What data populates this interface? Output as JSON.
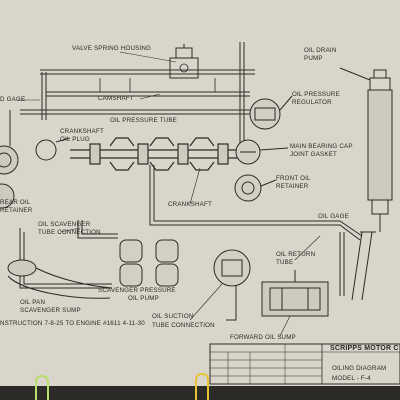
{
  "labels": {
    "valve_spring_housing": "VALVE SPRING HOUSING",
    "oil_drain_pump": [
      "OIL DRAIN",
      "PUMP"
    ],
    "gage_left": "D GAGE",
    "camshaft": "CAMSHAFT",
    "oil_pressure_regulator": [
      "OIL PRESSURE",
      "REGULATOR"
    ],
    "oil_pressure_tube": "OIL PRESSURE TUBE",
    "crankshaft_oil_plug": [
      "CRANKSHAFT",
      "OIL PLUG"
    ],
    "main_bearing_cap_joint_gasket": [
      "MAIN BEARING CAP",
      "JOINT GASKET"
    ],
    "front_oil_retainer": [
      "FRONT OIL",
      "RETAINER"
    ],
    "crankshaft": "CRANKSHAFT",
    "rear_oil_retainer": [
      "REAR OIL",
      "RETAINER"
    ],
    "oil_gage": "OIL GAGE",
    "oil_scavenger_tube_connection": [
      "OIL SCAVENGER",
      "TUBE CONNECTION"
    ],
    "oil_return_tube": [
      "OIL RETURN",
      "TUBE"
    ],
    "scavenger_pressure_oil_pump": [
      "SCAVENGER   PRESSURE",
      "OIL PUMP"
    ],
    "oil_pan_scavenger_sump": [
      "OIL PAN",
      "SCAVENGER SUMP"
    ],
    "oil_suction_tube_connection": [
      "OIL SUCTION",
      "TUBE CONNECTION"
    ],
    "construction_note": "NSTRUCTION 7-8-25 TO ENGINE #1611 4-11-30",
    "forward_oil_sump": "FORWARD OIL SUMP"
  },
  "title_block": {
    "company": "SCRIPPS MOTOR C",
    "drawing_title": "OILING DIAGRAM",
    "model": "MODEL - F-4"
  },
  "colors": {
    "paper": "#d9d5cb",
    "ink": "#2d2a26",
    "background": "#2c2a27",
    "clip_green": "#b8e06a",
    "clip_yellow": "#e8c33a"
  }
}
